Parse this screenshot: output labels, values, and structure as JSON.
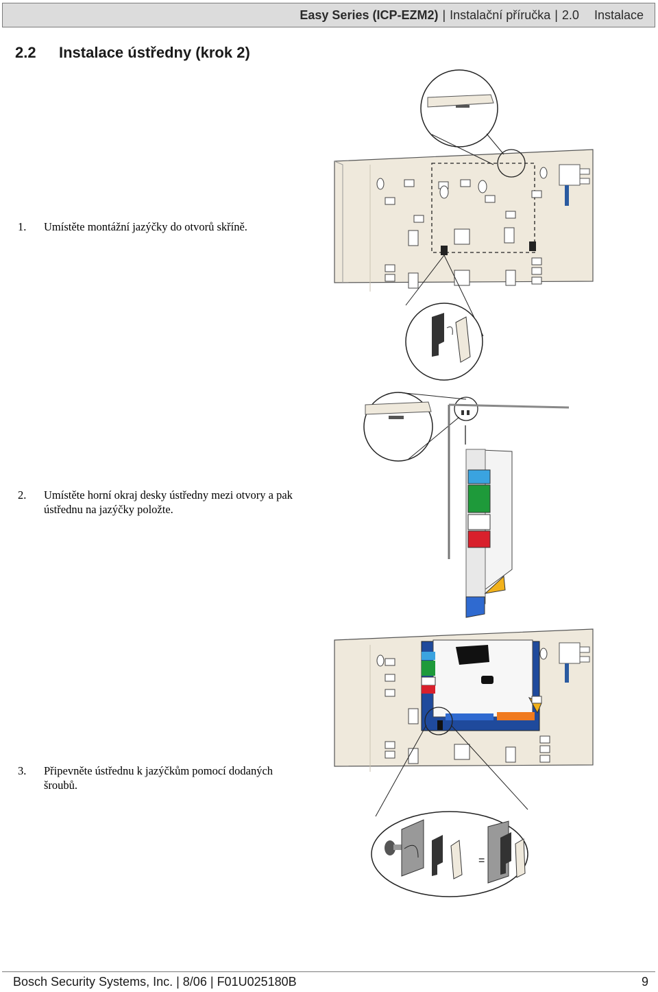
{
  "header": {
    "series": "Easy Series (ICP-EZM2)",
    "sep": "|",
    "guide": "Instalační příručka",
    "version": "2.0",
    "section": "Instalace"
  },
  "title": {
    "number": "2.2",
    "text": "Instalace ústředny (krok 2)"
  },
  "steps": [
    {
      "number": "1.",
      "text": "Umístěte montážní jazýčky do otvorů skříně."
    },
    {
      "number": "2.",
      "text": "Umístěte horní okraj desky ústředny mezi otvory a pak ústřednu na jazýčky položte."
    },
    {
      "number": "3.",
      "text": "Připevněte ústřednu k jazýčkům pomocí dodaných šroubů."
    }
  ],
  "figure3_equals": "=",
  "footer": {
    "company": "Bosch Security Systems, Inc.",
    "sep": "|",
    "date": "8/06",
    "doc": "F01U025180B",
    "page": "9"
  },
  "colors": {
    "cabinet": "#efe9dc",
    "board_blue": "#1f4a9c",
    "terminal_green": "#1e9a3a",
    "terminal_red": "#d8202c",
    "terminal_cyan": "#3aa3e0",
    "terminal_orange": "#f07a1e",
    "terminal_blue": "#2f6ad0",
    "battery_yellow": "#f2b21c"
  }
}
